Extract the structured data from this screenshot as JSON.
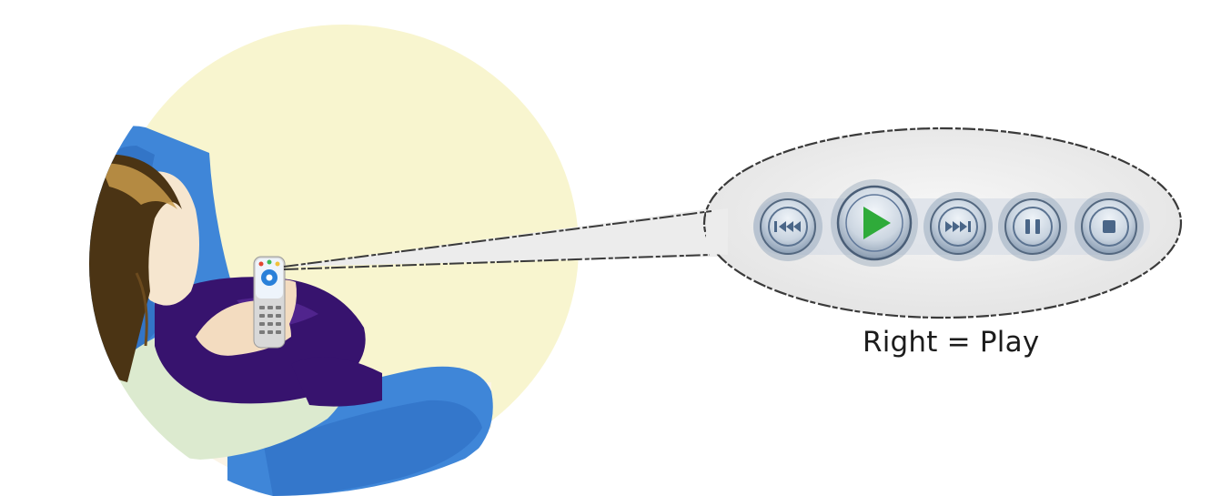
{
  "scene": {
    "illustration": "person-on-couch-holding-remote",
    "colors": {
      "spotlight": "#f8f5cf",
      "couch": "#3f86d8",
      "couch_dark": "#2a5fb4",
      "hair": "#4b3414",
      "hair_highlight": "#c79a4a",
      "skin": "#f6e6cf",
      "sweater": "#37136e",
      "shirt": "#dceacf",
      "bubble_bg": "#ebebeb",
      "button_ring": "#8c9fb5",
      "button_face": "#cdd7e2",
      "glyph": "#4a6688",
      "play_glyph": "#2fab3a"
    }
  },
  "controls": {
    "buttons": [
      {
        "name": "previous",
        "icon": "previous-icon"
      },
      {
        "name": "play",
        "icon": "play-icon"
      },
      {
        "name": "next",
        "icon": "next-icon"
      },
      {
        "name": "pause",
        "icon": "pause-icon"
      },
      {
        "name": "stop",
        "icon": "stop-icon"
      }
    ]
  },
  "caption": {
    "text": "Right = Play"
  }
}
